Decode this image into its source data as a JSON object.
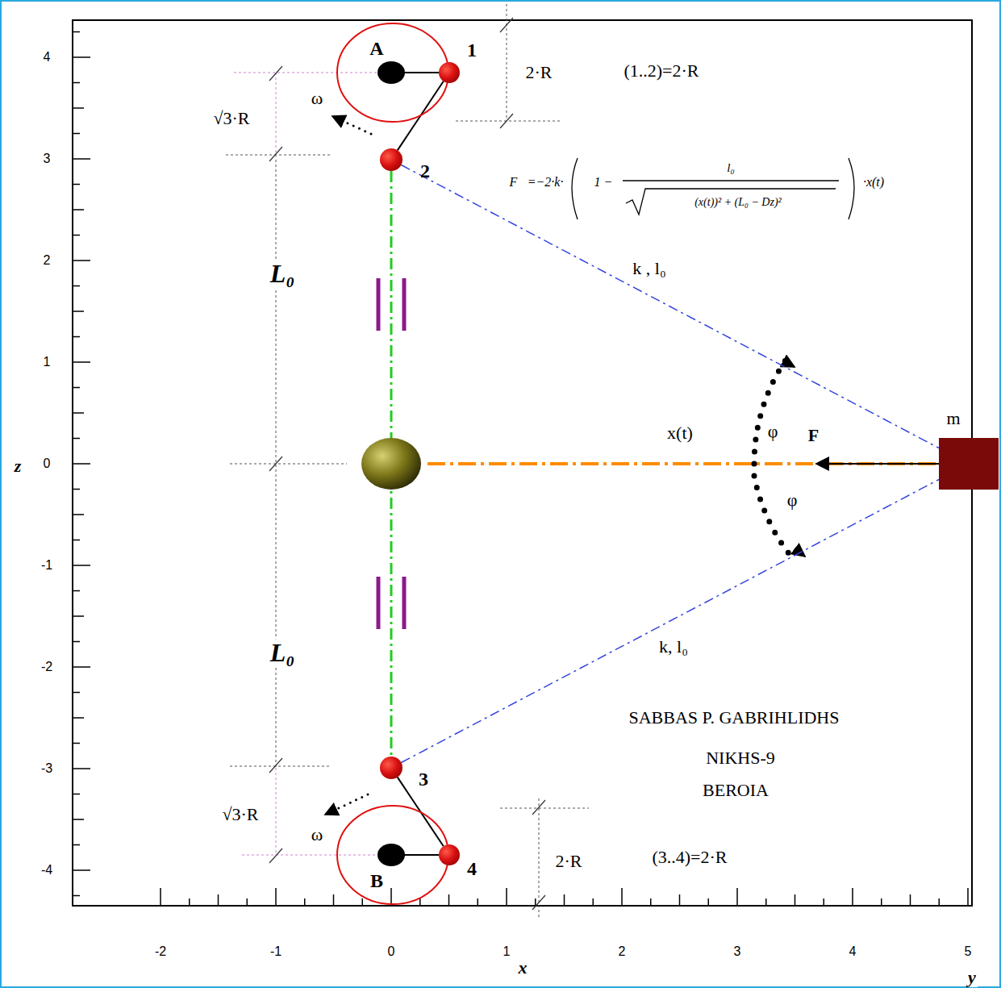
{
  "diagram": {
    "nodes": [
      {
        "text": [
          "A"
        ]
      },
      {
        "text": [
          "1"
        ]
      },
      {
        "text": [
          "2"
        ]
      },
      {
        "text": [
          "m"
        ]
      },
      {
        "text": [
          "3"
        ]
      },
      {
        "text": [
          "4"
        ]
      },
      {
        "text": [
          "B"
        ]
      }
    ],
    "edges": [
      {
        "from": 1,
        "to": 2,
        "arrow": "none"
      },
      {
        "from": 2,
        "to": 3,
        "label": "k , l₀",
        "arrow": "none"
      },
      {
        "from": 4,
        "to": 3,
        "label": "k, l₀",
        "arrow": "none"
      },
      {
        "from": 4,
        "to": 5,
        "arrow": "none"
      },
      {
        "from": 2,
        "to": 4,
        "arrow": "none"
      }
    ],
    "labels": [
      "2·R",
      "(1..2)=2·R",
      "√3·R",
      "ω",
      "F⃗=−2·k·",
      "1 −",
      "l₀",
      "(x(t))² + (L₀ − Dz)²",
      "·x(t)",
      "L₀",
      "x(t)",
      "φ",
      "F⃗",
      "φ",
      "L₀",
      "√3·R",
      "ω",
      "2·R",
      "(3..4)=2·R",
      "SABBAS P. GABRIHLIDHS",
      "NIKHS-9",
      "BEROIA",
      "4",
      "3",
      "2",
      "1",
      "0",
      "-1",
      "-2",
      "-3",
      "-4",
      "-2",
      "-1",
      "0",
      "1",
      "2",
      "3",
      "4",
      "5",
      "z",
      "x",
      "y"
    ]
  }
}
